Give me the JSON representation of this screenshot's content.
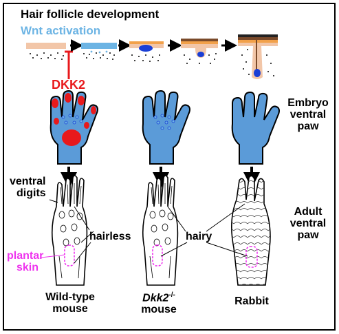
{
  "title": "Hair follicle development",
  "wnt_label": "Wnt activation",
  "dkk2_label": "DKK2",
  "embryo_label": [
    "Embryo",
    "ventral",
    "paw"
  ],
  "adult_label": [
    "Adult",
    "ventral",
    "paw"
  ],
  "ventral_digits_label": [
    "ventral",
    "digits"
  ],
  "hairless_label": "hairless",
  "hairy_label": "hairy",
  "plantar_skin_label": [
    "plantar",
    "skin"
  ],
  "columns": [
    {
      "line1": "Wild-type",
      "line2": "mouse"
    },
    {
      "line1_main": "Dkk2",
      "line1_sup": "-/-",
      "line2": "mouse"
    },
    {
      "line1": "Rabbit",
      "line2": ""
    }
  ],
  "colors": {
    "wnt": "#6cb4e4",
    "dkk2": "#e8191c",
    "paw_fill": "#5b9bd8",
    "follicle": "#1a3fd6",
    "skin": "#f2c6a8",
    "plantar": "#ee33ee"
  }
}
